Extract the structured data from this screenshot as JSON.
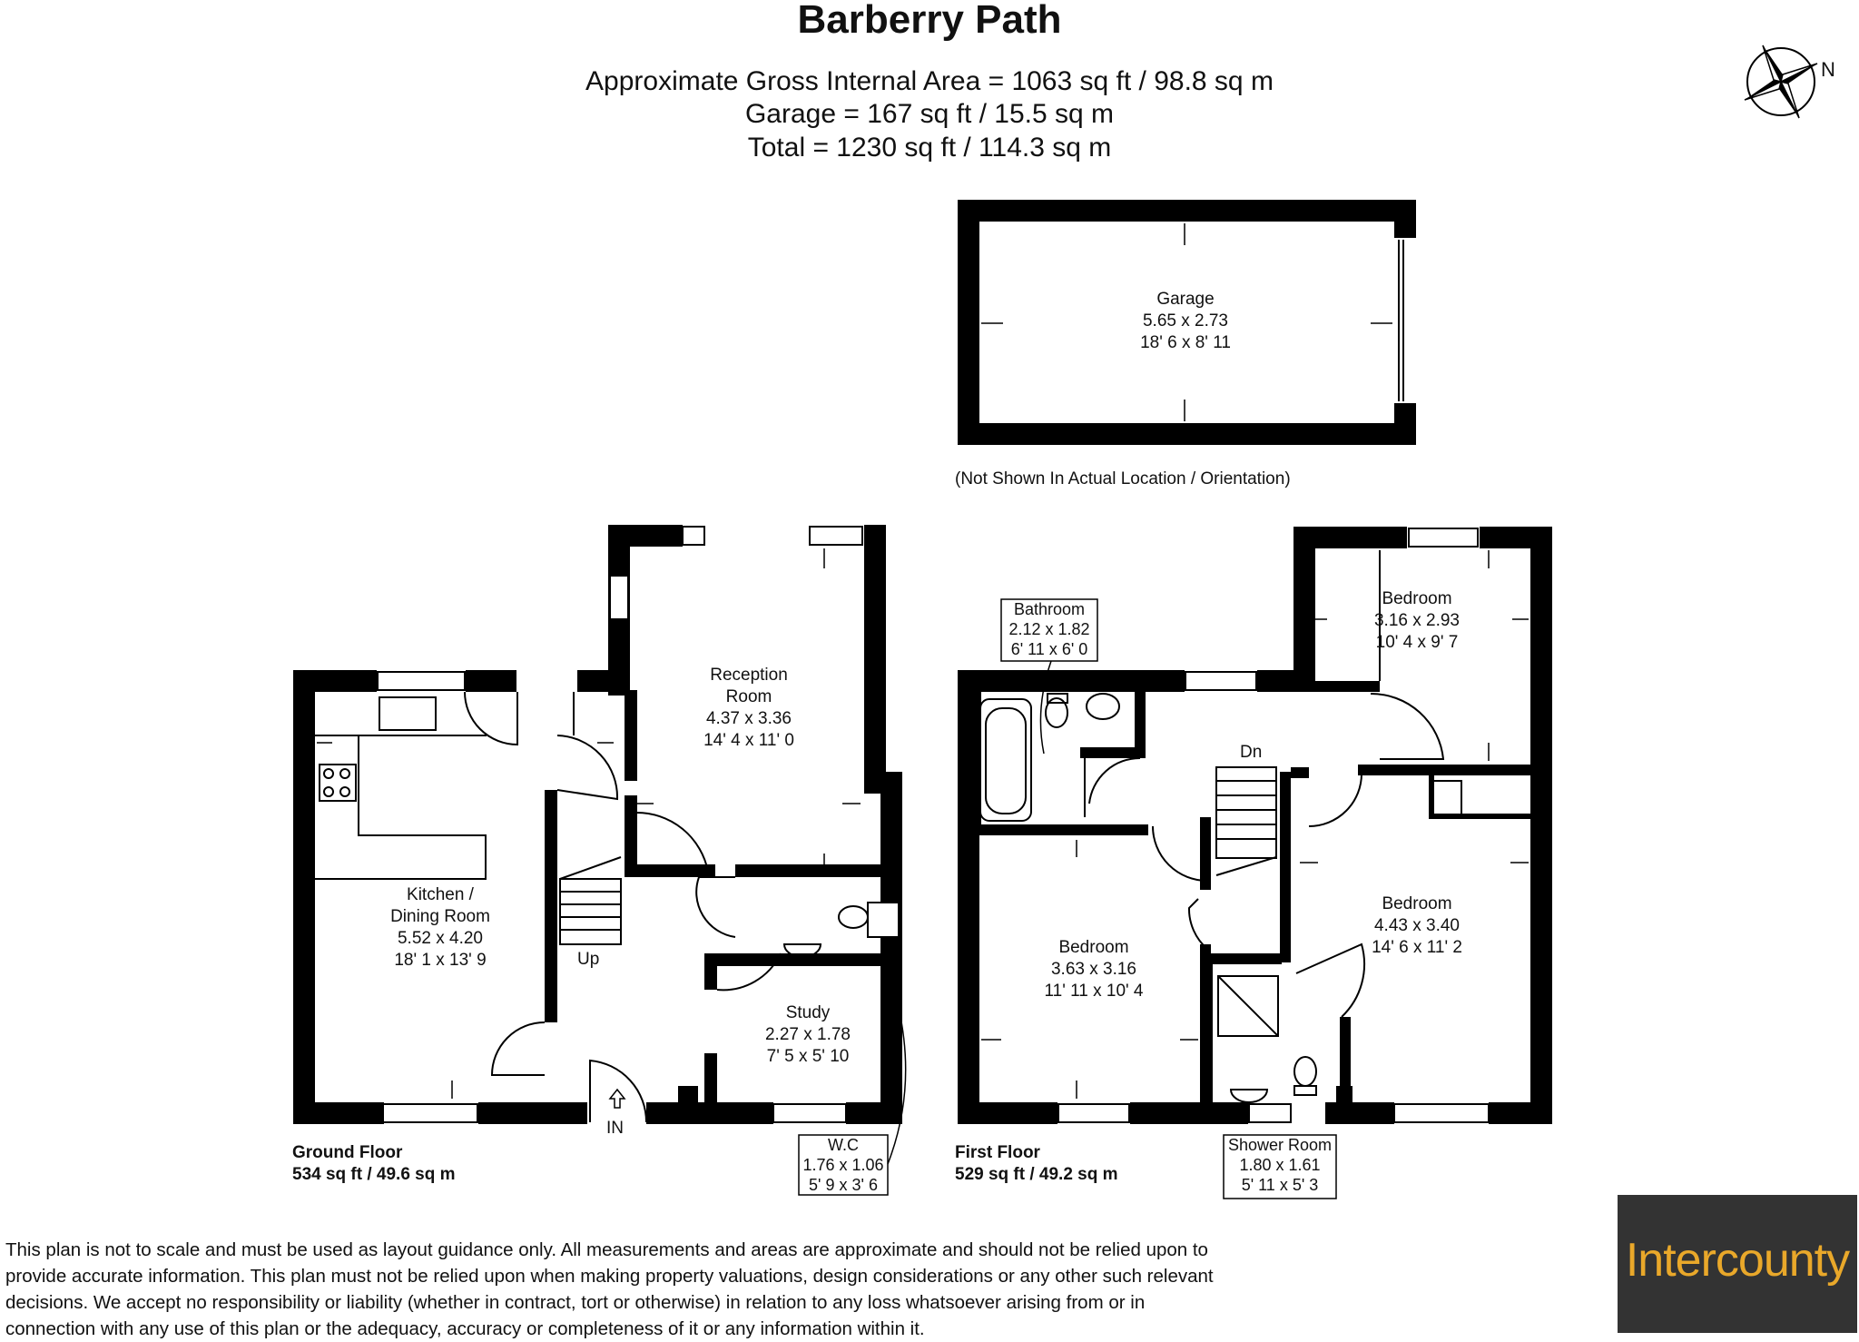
{
  "header": {
    "title": "Barberry Path",
    "area_line": "Approximate Gross Internal Area = 1063 sq ft / 98.8 sq m",
    "garage_line": "Garage  = 167 sq ft / 15.5 sq m",
    "total_line": "Total = 1230 sq ft / 114.3 sq m"
  },
  "compass": {
    "label": "N",
    "icon": "compass-star-icon"
  },
  "garage": {
    "name": "Garage",
    "metric": "5.65 x 2.73",
    "imperial": "18' 6 x 8' 11",
    "note": "(Not Shown In Actual Location / Orientation)"
  },
  "ground_floor": {
    "label": "Ground Floor",
    "area": "534 sq ft / 49.6 sq m",
    "rooms": {
      "kitchen": {
        "name1": "Kitchen /",
        "name2": "Dining Room",
        "metric": "5.52 x 4.20",
        "imperial": "18' 1 x 13' 9"
      },
      "reception": {
        "name1": "Reception",
        "name2": "Room",
        "metric": "4.37 x 3.36",
        "imperial": "14' 4 x 11' 0"
      },
      "study": {
        "name": "Study",
        "metric": "2.27 x 1.78",
        "imperial": "7' 5 x 5' 10"
      },
      "wc": {
        "name": "W.C",
        "metric": "1.76 x 1.06",
        "imperial": "5' 9 x 3' 6"
      }
    },
    "stairs_label": "Up",
    "entrance_label": "IN"
  },
  "first_floor": {
    "label": "First Floor",
    "area": "529 sq ft / 49.2 sq m",
    "rooms": {
      "bathroom": {
        "name": "Bathroom",
        "metric": "2.12 x 1.82",
        "imperial": "6' 11 x 6' 0"
      },
      "bedroom_top": {
        "name": "Bedroom",
        "metric": "3.16 x 2.93",
        "imperial": "10' 4 x 9' 7"
      },
      "bedroom_left": {
        "name": "Bedroom",
        "metric": "3.63 x 3.16",
        "imperial": "11' 11 x 10' 4"
      },
      "bedroom_right": {
        "name": "Bedroom",
        "metric": "4.43 x 3.40",
        "imperial": "14' 6 x 11' 2"
      },
      "shower": {
        "name": "Shower Room",
        "metric": "1.80 x 1.61",
        "imperial": "5' 11 x 5' 3"
      }
    },
    "stairs_label": "Dn"
  },
  "disclaimer": {
    "line1": "This plan is not to scale and must be used as layout guidance only. All measurements and areas are approximate and should not be relied upon to",
    "line2": "provide accurate information. This plan must not be relied upon when making property valuations, design considerations or any other such relevant",
    "line3": "decisions. We accept no responsibility or liability (whether in contract, tort or otherwise) in relation to any loss whatsoever arising from or in",
    "line4": "connection with any use of this plan or the adequacy, accuracy or completeness of it or any information within it."
  },
  "logo": {
    "text": "Intercounty",
    "bg_color": "#333333",
    "text_color": "#e9a82a"
  },
  "colors": {
    "wall": "#000000",
    "background": "#ffffff"
  }
}
